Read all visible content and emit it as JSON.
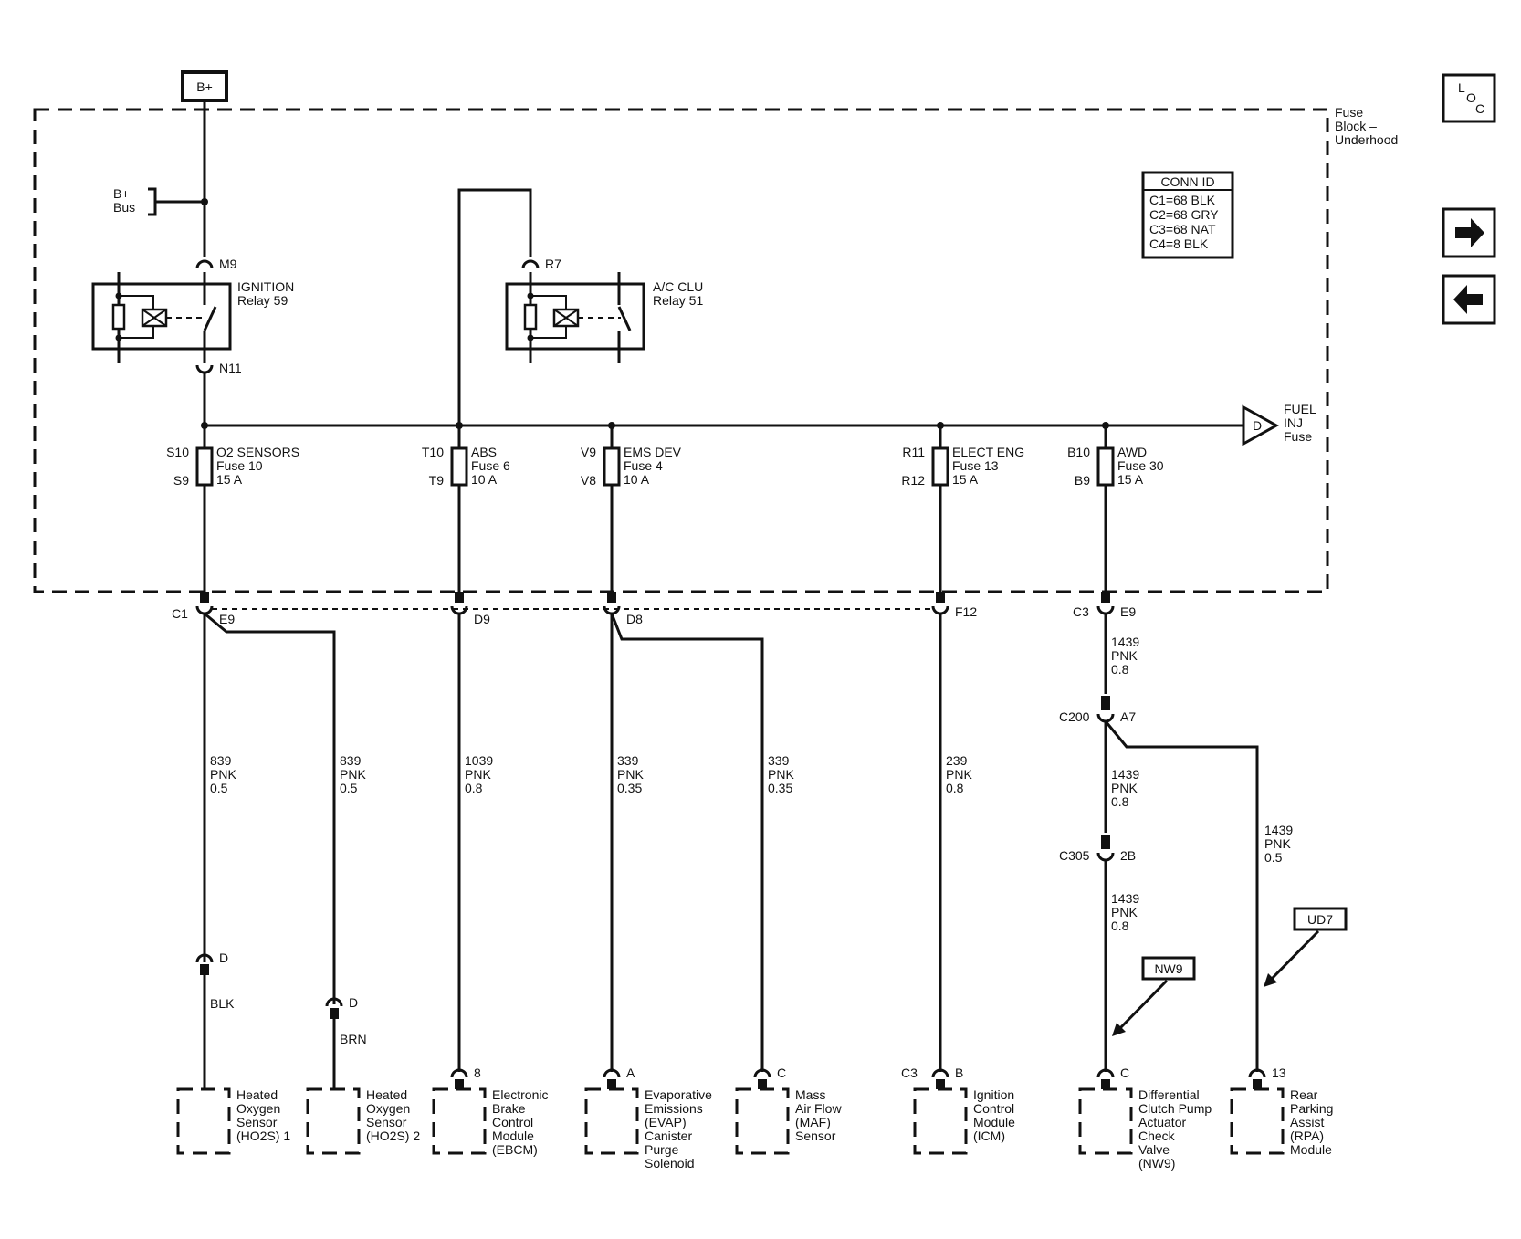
{
  "supply": {
    "bplus": "B+",
    "bus_line1": "B+",
    "bus_line2": "Bus"
  },
  "fuse_block": {
    "line1": "Fuse",
    "line2": "Block –",
    "line3": "Underhood"
  },
  "conn_id": {
    "title": "CONN ID",
    "rows": [
      "C1=68 BLK",
      "C2=68 GRY",
      "C3=68 NAT",
      "C4=8 BLK"
    ]
  },
  "nav": {
    "loc_l": "L",
    "loc_o": "O",
    "loc_c": "C"
  },
  "relays": {
    "ignition": {
      "name": "IGNITION",
      "sub": "Relay 59",
      "pin_top": "M9",
      "pin_bottom": "N11"
    },
    "ac": {
      "name": "A/C CLU",
      "sub": "Relay 51",
      "pin_top": "R7"
    }
  },
  "fuel_inj": {
    "pin": "D",
    "line1": "FUEL",
    "line2": "INJ",
    "line3": "Fuse"
  },
  "fuses": [
    {
      "pin_in": "S10",
      "pin_out": "S9",
      "name": "O2 SENSORS",
      "fuse": "Fuse 10",
      "amps": "15 A"
    },
    {
      "pin_in": "T10",
      "pin_out": "T9",
      "name": "ABS",
      "fuse": "Fuse 6",
      "amps": "10 A"
    },
    {
      "pin_in": "V9",
      "pin_out": "V8",
      "name": "EMS DEV",
      "fuse": "Fuse 4",
      "amps": "10 A"
    },
    {
      "pin_in": "R11",
      "pin_out": "R12",
      "name": "ELECT ENG",
      "fuse": "Fuse 13",
      "amps": "15 A"
    },
    {
      "pin_in": "B10",
      "pin_out": "B9",
      "name": "AWD",
      "fuse": "Fuse 30",
      "amps": "15 A"
    }
  ],
  "connectors": {
    "c1": "C1",
    "c1_e9": "E9",
    "d9": "D9",
    "d8": "D8",
    "f12": "F12",
    "c3": "C3",
    "c3_e9": "E9",
    "c200": "C200",
    "c200_pin": "A7",
    "c305": "C305",
    "c305_pin": "2B"
  },
  "wires": {
    "ho2s1": [
      "839",
      "PNK",
      "0.5"
    ],
    "ho2s2": [
      "839",
      "PNK",
      "0.5"
    ],
    "ebcm": [
      "1039",
      "PNK",
      "0.8"
    ],
    "evap": [
      "339",
      "PNK",
      "0.35"
    ],
    "maf": [
      "339",
      "PNK",
      "0.35"
    ],
    "icm": [
      "239",
      "PNK",
      "0.8"
    ],
    "awd_top": [
      "1439",
      "PNK",
      "0.8"
    ],
    "awd_mid": [
      "1439",
      "PNK",
      "0.8"
    ],
    "awd_low": [
      "1439",
      "PNK",
      "0.8"
    ],
    "rpa": [
      "1439",
      "PNK",
      "0.5"
    ],
    "ho2s1_gnd": "BLK",
    "ho2s2_gnd": "BRN"
  },
  "options": {
    "nw9": "NW9",
    "ud7": "UD7"
  },
  "components": [
    {
      "pin": "D",
      "lines": [
        "Heated",
        "Oxygen",
        "Sensor",
        "(HO2S) 1"
      ]
    },
    {
      "pin": "D",
      "lines": [
        "Heated",
        "Oxygen",
        "Sensor",
        "(HO2S) 2"
      ]
    },
    {
      "pin": "8",
      "lines": [
        "Electronic",
        "Brake",
        "Control",
        "Module",
        "(EBCM)"
      ]
    },
    {
      "pin": "A",
      "lines": [
        "Evaporative",
        "Emissions",
        "(EVAP)",
        "Canister",
        "Purge",
        "Solenoid"
      ]
    },
    {
      "pin": "C",
      "lines": [
        "Mass",
        "Air Flow",
        "(MAF)",
        "Sensor"
      ]
    },
    {
      "pin": "B",
      "conn": "C3",
      "lines": [
        "Ignition",
        "Control",
        "Module",
        "(ICM)"
      ]
    },
    {
      "pin": "C",
      "lines": [
        "Differential",
        "Clutch Pump",
        "Actuator",
        "Check",
        "Valve",
        "(NW9)"
      ]
    },
    {
      "pin": "13",
      "lines": [
        "Rear",
        "Parking",
        "Assist",
        "(RPA)",
        "Module"
      ]
    }
  ]
}
